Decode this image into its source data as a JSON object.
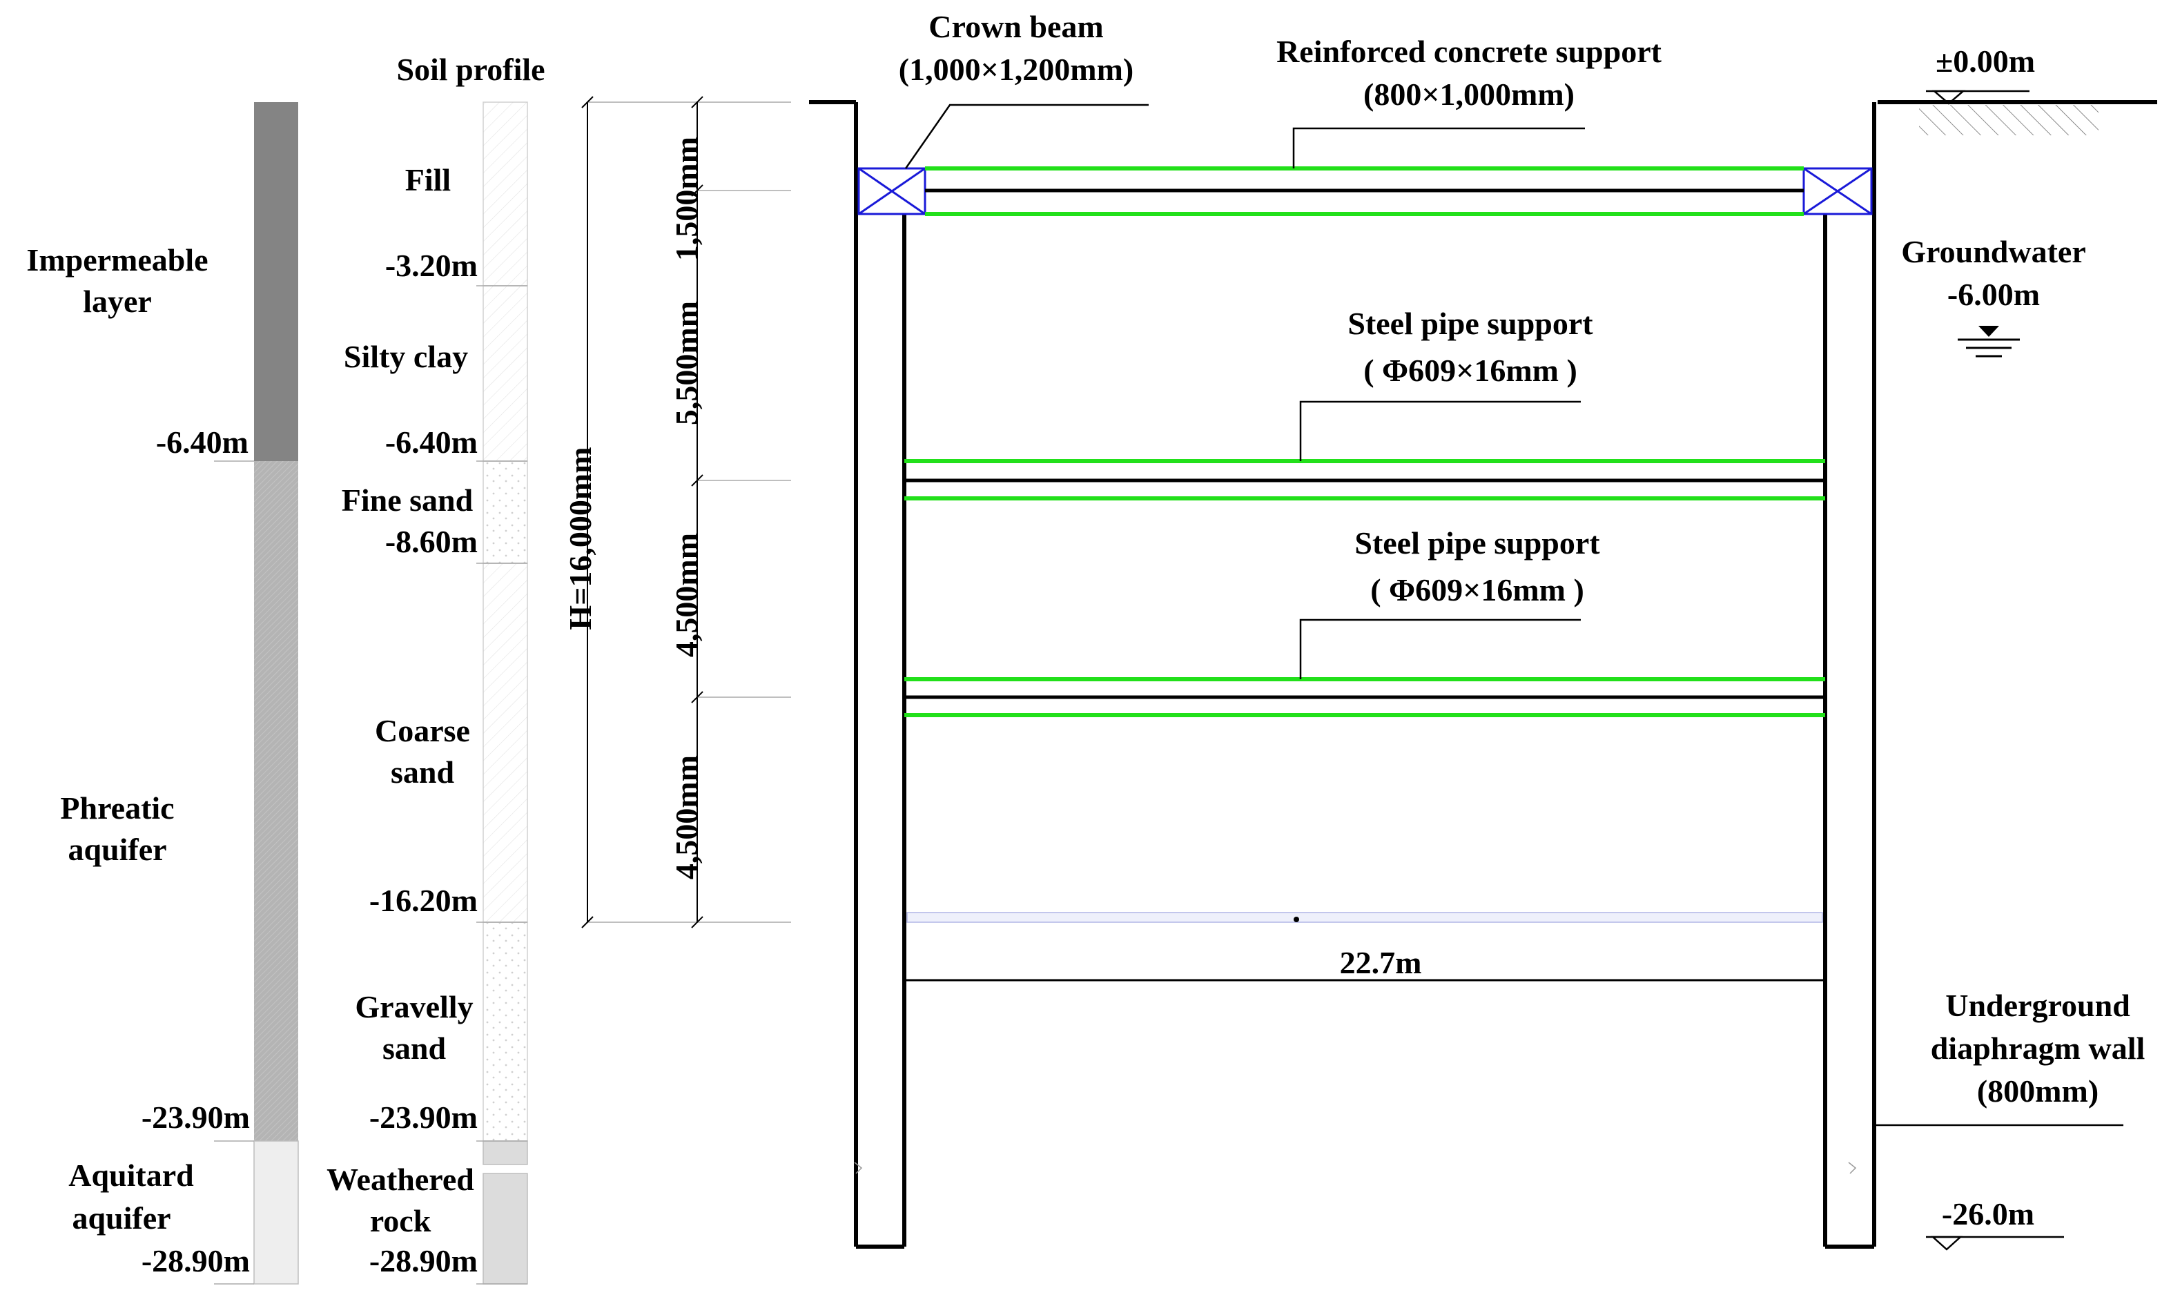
{
  "colors": {
    "line": "#000000",
    "support": "#22e01a",
    "crown_beam": "#1a1ad8",
    "impermeable": "#848484",
    "phreatic": "#b4b4b4",
    "aquitard": "#eeeeee",
    "weathered_rock": "#dcdcdc"
  },
  "aquifer_column": {
    "impermeable": {
      "name_line1": "Impermeable",
      "name_line2": "layer",
      "bottom": "-6.40m"
    },
    "phreatic": {
      "name_line1": "Phreatic",
      "name_line2": "aquifer",
      "bottom": "-23.90m"
    },
    "aquitard": {
      "name_line1": "Aquitard",
      "name_line2": "aquifer",
      "bottom": "-28.90m"
    }
  },
  "soil_profile": {
    "title": "Soil profile",
    "fill": {
      "name": "Fill",
      "bottom": "-3.20m"
    },
    "silty_clay": {
      "name": "Silty clay",
      "bottom": "-6.40m"
    },
    "fine_sand": {
      "name": "Fine sand",
      "bottom": "-8.60m"
    },
    "coarse_sand": {
      "name_line1": "Coarse",
      "name_line2": "sand",
      "bottom": "-16.20m"
    },
    "gravelly_sand": {
      "name_line1": "Gravelly",
      "name_line2": "sand",
      "bottom": "-23.90m"
    },
    "weathered_rock": {
      "name_line1": "Weathered",
      "name_line2": "rock",
      "bottom": "-28.90m"
    }
  },
  "dimensions": {
    "total": "H=16,000mm",
    "spacings": [
      "1,500mm",
      "5,500mm",
      "4,500mm",
      "4,500mm"
    ],
    "width": "22.7m"
  },
  "elements": {
    "crown_beam": {
      "line1": "Crown beam",
      "line2": "(1,000×1,200mm)"
    },
    "rc_support": {
      "line1": "Reinforced concrete support",
      "line2": "(800×1,000mm)"
    },
    "steel_support_1": {
      "line1": "Steel pipe support",
      "line2": "( Φ609×16mm )"
    },
    "steel_support_2": {
      "line1": "Steel pipe support",
      "line2": "( Φ609×16mm )"
    },
    "ground_level": "±0.00m",
    "groundwater": {
      "line1": "Groundwater",
      "line2": "-6.00m"
    },
    "diaphragm_wall": {
      "line1": "Underground",
      "line2": "diaphragm wall",
      "line3": "(800mm)"
    },
    "wall_bottom": "-26.0m"
  }
}
